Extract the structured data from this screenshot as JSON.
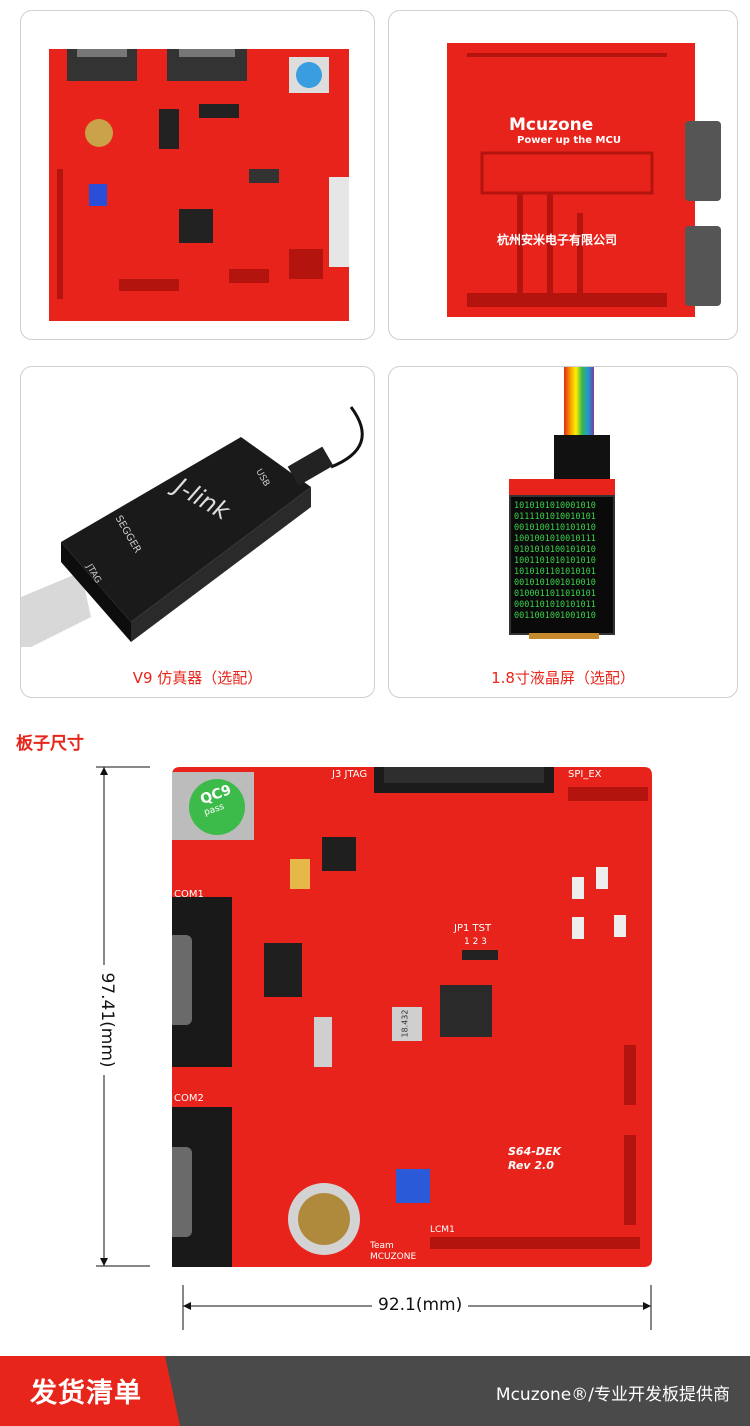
{
  "cards": [
    {
      "id": "pcb-top",
      "caption": ""
    },
    {
      "id": "pcb-back",
      "caption": "",
      "brand": "Mcuzone",
      "slogan": "Power up the MCU",
      "company": "杭州安米电子有限公司"
    },
    {
      "id": "jlink",
      "caption": "V9 仿真器（选配）",
      "device": "J-link",
      "brand": "SEGGER",
      "port_usb": "USB",
      "port_jtag": "JTAG"
    },
    {
      "id": "lcd",
      "caption": "1.8寸液晶屏（选配）",
      "screen_rows": [
        "1010101010001010",
        "0111101010010101",
        "0010100110101010",
        "1001001010010111",
        "0101010100101010",
        "1001101010101010",
        "1010101101010101",
        "0010101001010010",
        "0100011011010101",
        "0001101010101011",
        "0011001001001010"
      ]
    }
  ],
  "size_section": {
    "title": "板子尺寸",
    "height_label": "97.41(mm)",
    "width_label": "92.1(mm)",
    "board_labels": {
      "model": "S64-DEK",
      "rev": "Rev 2.0",
      "team": "Team",
      "team_name": "MCUZONE",
      "qc": "QC9",
      "qc_sub": "pass",
      "com1": "COM1",
      "com2": "COM2",
      "jtag": "J3 JTAG",
      "spi": "SPI_EX",
      "lcm": "LCM1",
      "jp1": "JP1 TST",
      "jp1_pins": "1 2 3",
      "crystal": "18.432"
    }
  },
  "footer": {
    "tab": "发货清单",
    "tagline": "Mcuzone®/专业开发板提供商"
  },
  "colors": {
    "accent": "#e8251a",
    "footer_bg": "#4a4a4a",
    "pcb": "#e8231b"
  }
}
